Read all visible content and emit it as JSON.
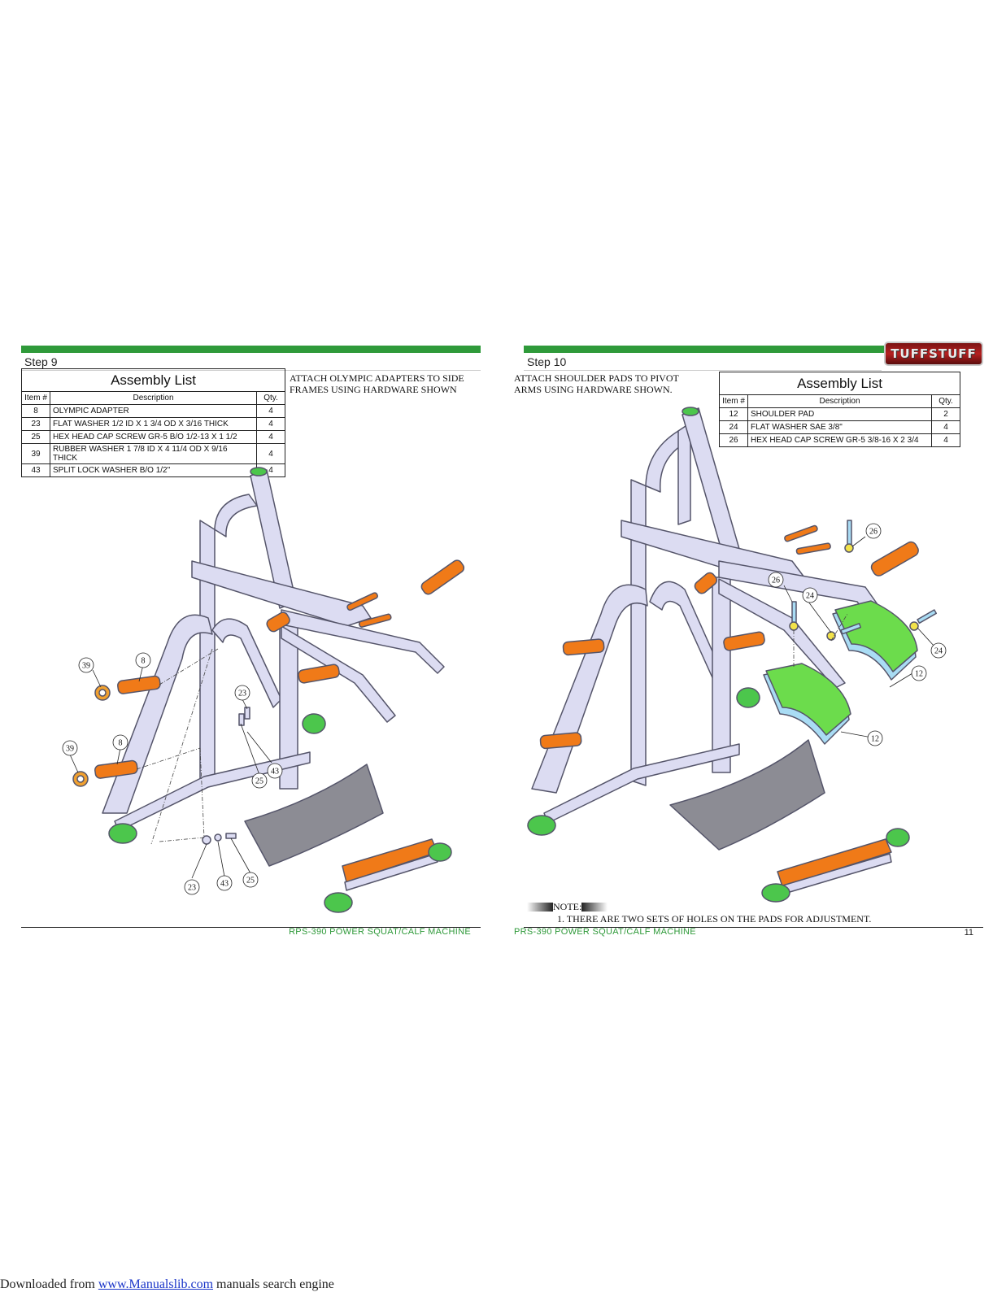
{
  "left_page": {
    "step_label": "Step  9",
    "assembly_title": "Assembly List",
    "columns": [
      "Item #",
      "Description",
      "Qty."
    ],
    "rows": [
      {
        "item": "8",
        "description": "OLYMPIC ADAPTER",
        "qty": "4"
      },
      {
        "item": "23",
        "description": "FLAT WASHER 1/2 ID X 1 3/4 OD X 3/16 THICK",
        "qty": "4"
      },
      {
        "item": "25",
        "description": "HEX HEAD CAP SCREW GR-5 B/O 1/2-13 X 1 1/2",
        "qty": "4"
      },
      {
        "item": "39",
        "description": "RUBBER WASHER 1 7/8 ID X 4 11/4 OD X 9/16 THICK",
        "qty": "4"
      },
      {
        "item": "43",
        "description": "SPLIT LOCK WASHER B/O 1/2\"",
        "qty": "4"
      }
    ],
    "instruction": "ATTACH OLYMPIC ADAPTERS TO SIDE\nFRAMES USING HARDWARE SHOWN",
    "footer": "RPS-390   POWER SQUAT/CALF MACHINE",
    "callouts": [
      "39",
      "8",
      "39",
      "8",
      "23",
      "43",
      "25",
      "23",
      "43",
      "25"
    ]
  },
  "right_page": {
    "step_label": "Step  10",
    "logo_text": "TUFFSTUFF",
    "instruction": "ATTACH SHOULDER PADS TO PIVOT\nARMS USING HARDWARE SHOWN.",
    "assembly_title": "Assembly List",
    "columns": [
      "Item #",
      "Description",
      "Qty."
    ],
    "rows": [
      {
        "item": "12",
        "description": "SHOULDER PAD",
        "qty": "2"
      },
      {
        "item": "24",
        "description": "FLAT WASHER SAE 3/8\"",
        "qty": "4"
      },
      {
        "item": "26",
        "description": "HEX HEAD CAP SCREW GR-5 3/8-16 X 2 3/4",
        "qty": "4"
      }
    ],
    "note_label": "NOTE:",
    "note_item": "1. THERE ARE TWO SETS OF HOLES ON THE PADS FOR ADJUSTMENT.",
    "footer": "PRS-390   POWER SQUAT/CALF MACHINE",
    "page_number": "11",
    "callouts": [
      "26",
      "26",
      "24",
      "24",
      "12",
      "12"
    ]
  },
  "source": {
    "prefix": "Downloaded from ",
    "link": "www.Manualslib.com",
    "suffix": "  manuals search engine"
  },
  "colors": {
    "frame": "#dcdcf2",
    "frame_outline": "#55556a",
    "accent_green": "#2f9a3a",
    "foot_green": "#4cc64c",
    "adapter_orange": "#f07a18",
    "pad_green": "#6cdc4c",
    "pad_blue": "#a9dcf4",
    "plate_gray": "#8c8c94",
    "rubber_orange": "#f0a030",
    "link_blue": "#1a35c9"
  }
}
